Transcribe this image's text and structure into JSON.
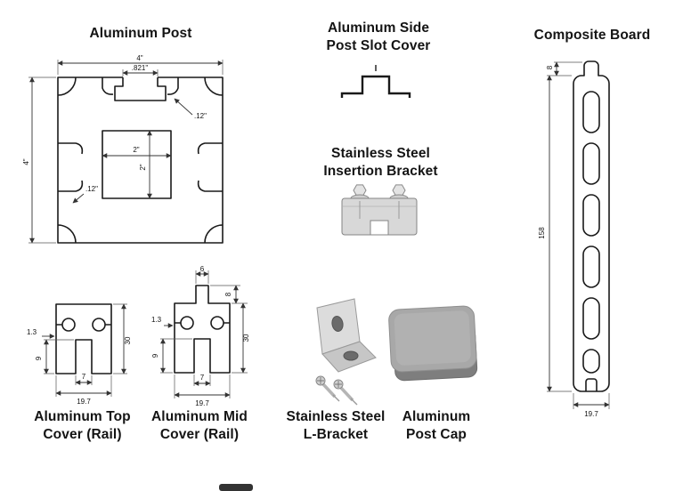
{
  "parts": {
    "aluminum_post": {
      "title": "Aluminum Post",
      "dims": {
        "outer_width": "4\"",
        "slot_width": ".821\"",
        "wall_upper": ".12\"",
        "inner_width": "2\"",
        "inner_height": "2\"",
        "wall_lower": ".12\"",
        "outer_height": "4\""
      }
    },
    "side_post_slot_cover": {
      "title_line1": "Aluminum Side",
      "title_line2": "Post Slot Cover"
    },
    "insertion_bracket": {
      "title_line1": "Stainless Steel",
      "title_line2": "Insertion Bracket"
    },
    "composite_board": {
      "title": "Composite Board",
      "dims": {
        "top_thickness": "8",
        "length": "158",
        "width": "19.7"
      }
    },
    "top_cover": {
      "title_line1": "Aluminum Top",
      "title_line2": "Cover (Rail)",
      "dims": {
        "wall": "1.3",
        "side": "9",
        "slot": "7",
        "width": "19.7",
        "height": "30"
      }
    },
    "mid_cover": {
      "title_line1": "Aluminum Mid",
      "title_line2": "Cover (Rail)",
      "dims": {
        "tab_width": "6",
        "tab_height": "8",
        "wall": "1.3",
        "side": "9",
        "slot": "7",
        "width": "19.7",
        "height": "30"
      }
    },
    "l_bracket": {
      "title_line1": "Stainless Steel",
      "title_line2": "L-Bracket"
    },
    "post_cap": {
      "title_line1": "Aluminum",
      "title_line2": "Post Cap"
    }
  },
  "colors": {
    "line": "#1a1a1a",
    "dim": "#333333",
    "metal_light": "#d9d9d9",
    "metal_mid": "#bdbdbd",
    "cap_top": "#a8a8a8",
    "cap_side": "#7e7e7e"
  }
}
